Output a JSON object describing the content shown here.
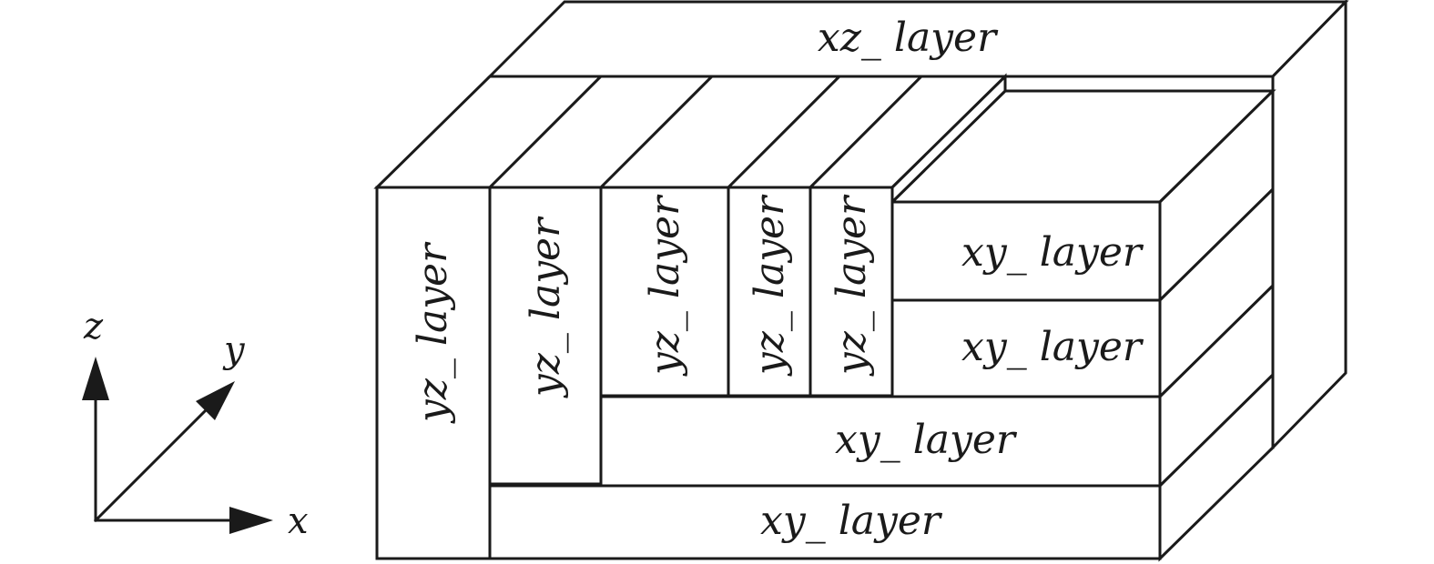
{
  "axes": {
    "x": "x",
    "y": "y",
    "z": "z"
  },
  "layers": {
    "top": "xz_ layer",
    "yz": [
      "yz_ layer",
      "yz_ layer",
      "yz_ layer",
      "yz_ layer",
      "yz_ layer"
    ],
    "xy": [
      "xy_ layer",
      "xy_ layer",
      "xy_ layer",
      "xy_ layer"
    ]
  },
  "colors": {
    "stroke": "#1a1a1a",
    "background": "#ffffff"
  }
}
